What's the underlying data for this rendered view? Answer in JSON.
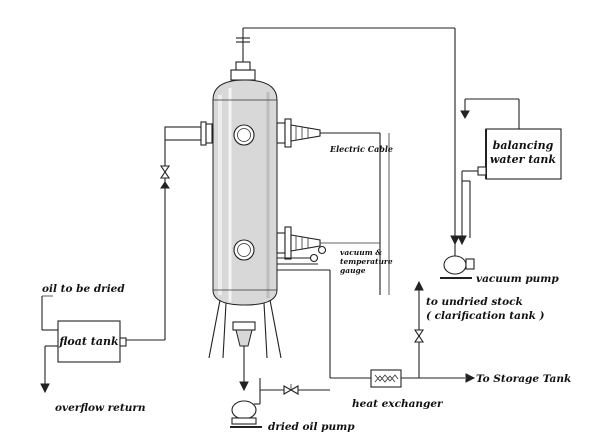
{
  "labels": {
    "electric_cable": "Electric Cable",
    "balancing_tank_line1": "balancing",
    "balancing_tank_line2": "water tank",
    "vacuum_gauge_line1": "vacuum &",
    "vacuum_gauge_line2": "temperature",
    "vacuum_gauge_line3": "gauge",
    "vacuum_pump": "vacuum pump",
    "oil_to_be_dried": "oil to be dried",
    "float_tank": "float tank",
    "to_undried_line1": "to undried stock",
    "to_undried_line2": "( clarification tank )",
    "overflow_return": "overflow return",
    "heat_exchanger": "heat exchanger",
    "to_storage_tank": "To Storage Tank",
    "dried_oil_pump": "dried oil pump"
  }
}
